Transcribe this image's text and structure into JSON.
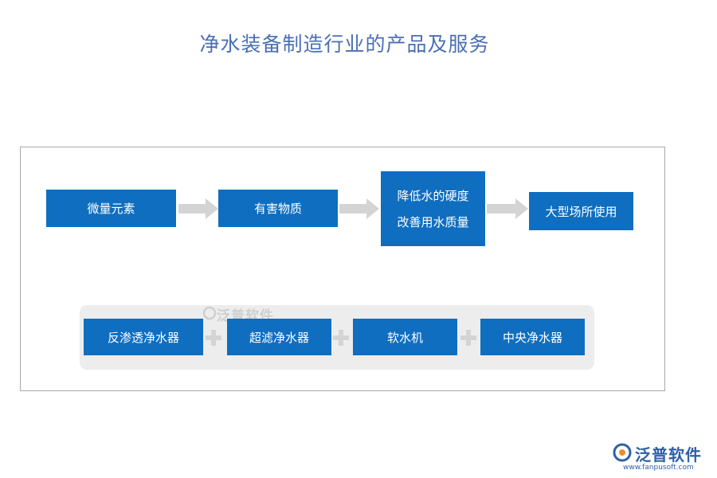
{
  "title": "净水装备制造行业的产品及服务",
  "flow": {
    "steps": [
      {
        "label": "微量元素"
      },
      {
        "label": "有害物质"
      },
      {
        "lines": [
          "降低水的硬度",
          "改善用水质量"
        ]
      },
      {
        "label": "大型场所使用"
      }
    ]
  },
  "products": {
    "items": [
      "反渗透净水器",
      "超滤净水器",
      "软水机",
      "中央净水器"
    ]
  },
  "watermark": {
    "text": "泛普软件"
  },
  "brand": {
    "name": "泛普软件",
    "url": "www.fanpusoft.com"
  },
  "colors": {
    "box": "#0f6ec0",
    "title": "#4a6fb5",
    "arrow": "#d4d4d4",
    "panel": "#ededed"
  }
}
